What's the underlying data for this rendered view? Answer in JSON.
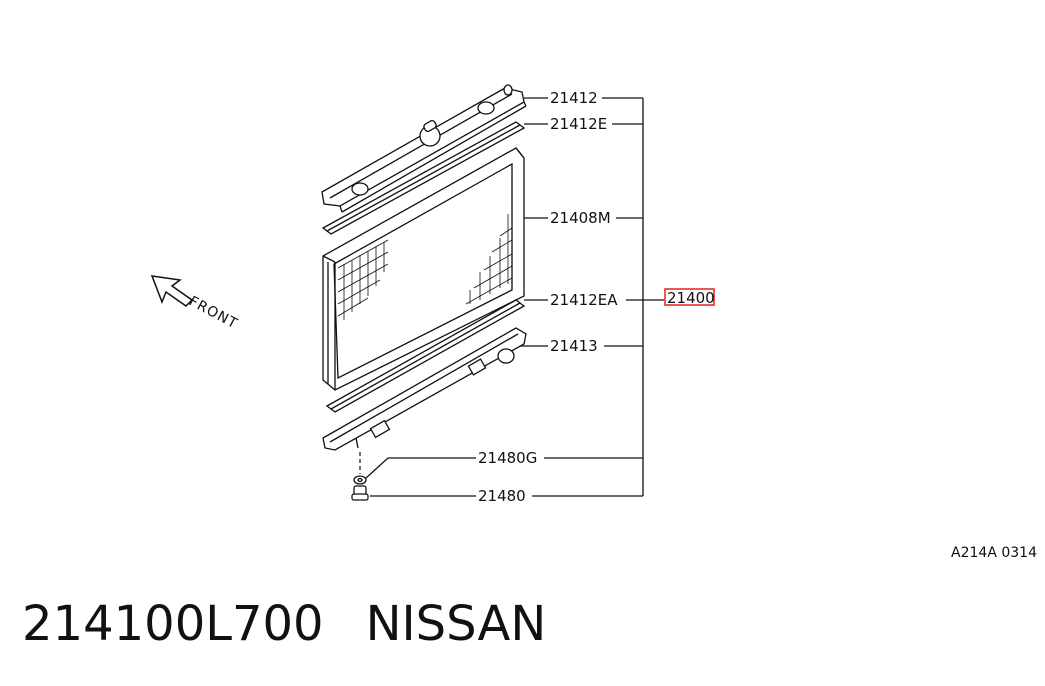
{
  "callouts": {
    "upper_tank": "21412",
    "upper_seal": "21412E",
    "core": "21408M",
    "lower_seal": "21412EA",
    "assembly": "21400",
    "lower_tank": "21413",
    "drain_washer": "21480G",
    "drain_plug": "21480"
  },
  "front_label": "FRONT",
  "reference_code": "A214A 0314",
  "part_number": "214100L700",
  "brand": "NISSAN",
  "colors": {
    "line": "#111111",
    "highlight": "#e02020"
  }
}
